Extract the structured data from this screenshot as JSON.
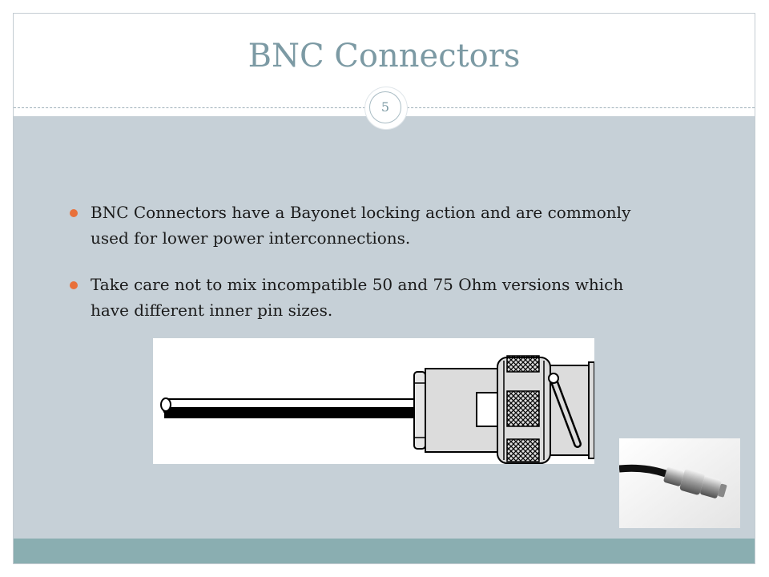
{
  "slide": {
    "title": "BNC Connectors",
    "slide_number": "5",
    "bullets": [
      "BNC Connectors have a Bayonet locking action and are commonly used for lower power interconnections.",
      "Take care not to mix incompatible 50 and 75 Ohm versions which have different inner pin sizes."
    ]
  },
  "colors": {
    "title": "#7c9aa4",
    "content_background": "#c6d0d7",
    "footer_bar": "#8aaeb1",
    "bullet": "#e8703a"
  },
  "images": {
    "diagram": "bnc-connector-diagram",
    "photo": "bnc-connector-photo"
  }
}
